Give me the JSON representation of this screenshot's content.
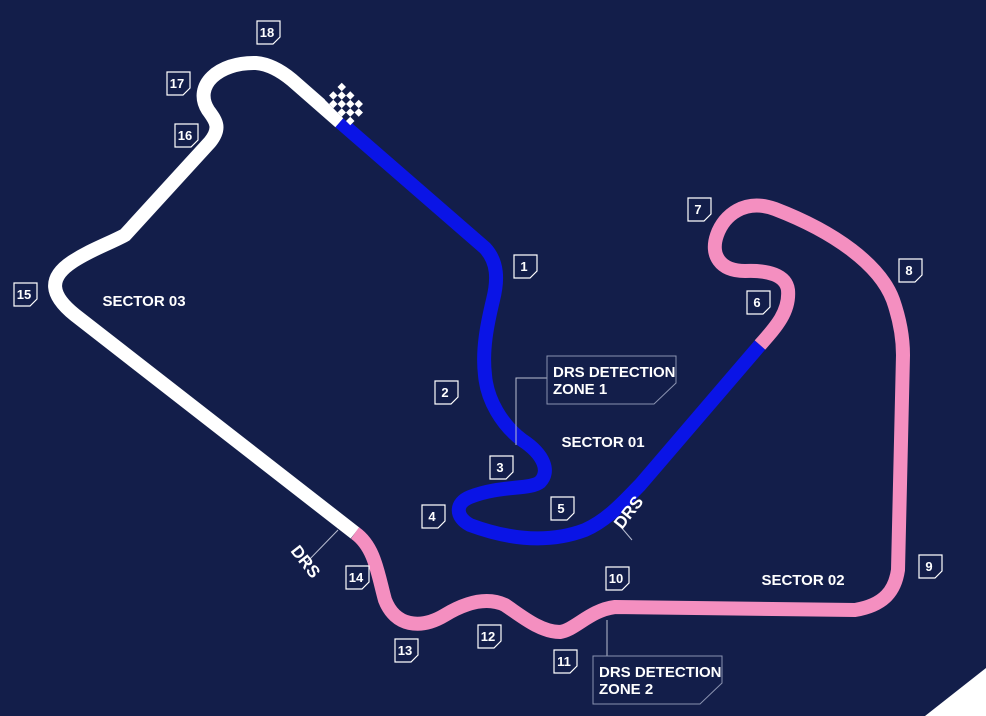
{
  "colors": {
    "background": "#131e4a",
    "sector1": "#0a14e6",
    "sector2": "#f48fc0",
    "sector3": "#ffffff"
  },
  "icons": {
    "finish": "checkered-flag-icon"
  },
  "turns": [
    "1",
    "2",
    "3",
    "4",
    "5",
    "6",
    "7",
    "8",
    "9",
    "10",
    "11",
    "12",
    "13",
    "14",
    "15",
    "16",
    "17",
    "18"
  ],
  "sectors": {
    "s1": "SECTOR 01",
    "s2": "SECTOR 02",
    "s3": "SECTOR 03"
  },
  "drs": {
    "label": "DRS"
  },
  "detection": {
    "zone1": {
      "line1": "DRS DETECTION",
      "line2": "ZONE 1"
    },
    "zone2": {
      "line1": "DRS DETECTION",
      "line2": "ZONE 2"
    }
  }
}
